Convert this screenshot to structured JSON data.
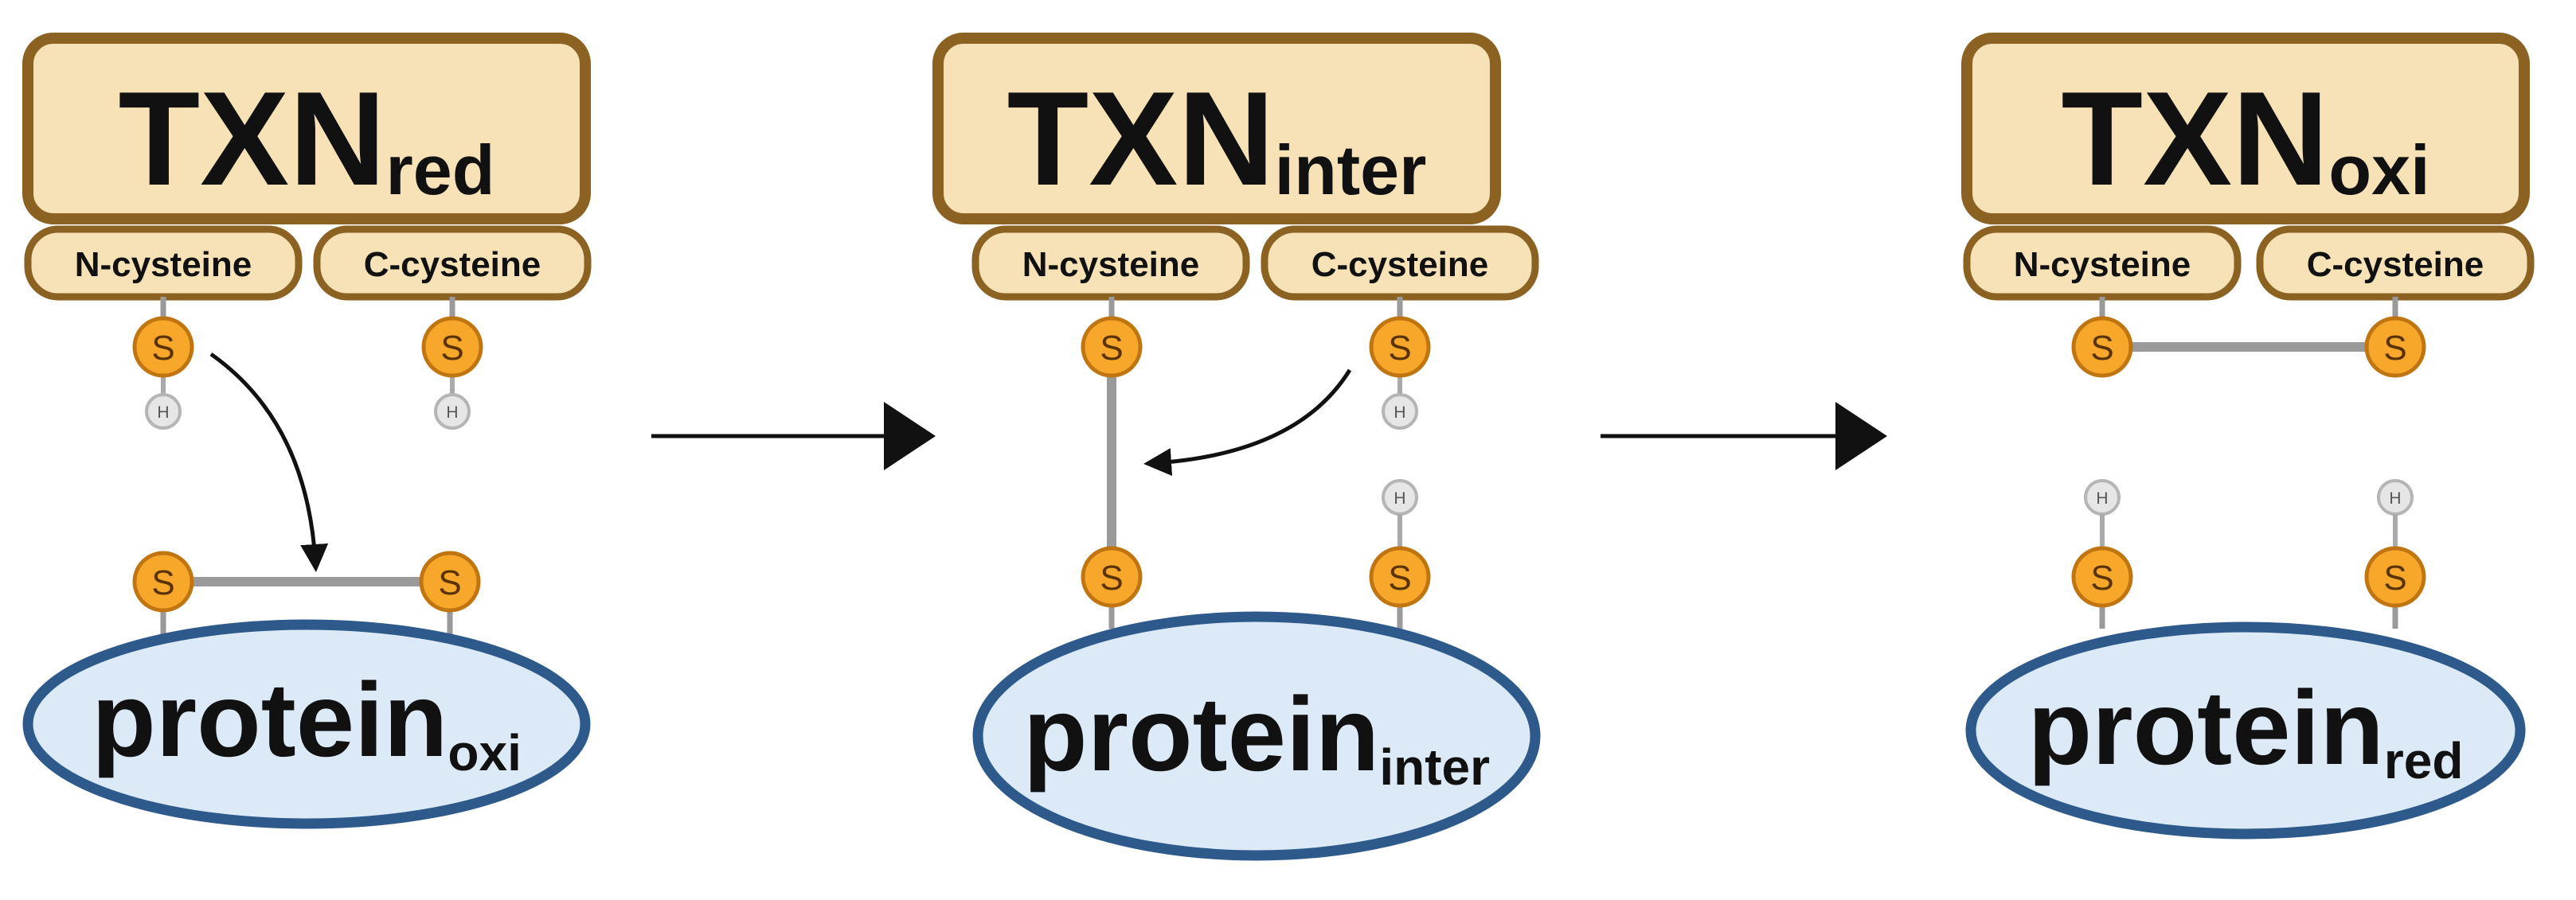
{
  "colors": {
    "box_fill": "#f6e2b6",
    "box_stroke": "#8c6223",
    "sulfur_fill": "#f7a72a",
    "sulfur_stroke": "#c07510",
    "hydrogen_fill": "#e6e6e6",
    "protein_fill": "#dceaf7",
    "protein_stroke": "#2d5a8a",
    "bond": "#9a9a9a",
    "arrow": "#111111"
  },
  "atoms": {
    "sulfur": "S",
    "hydrogen": "H"
  },
  "stages": [
    {
      "txn_main": "TXN",
      "txn_sub": "red",
      "n_cysteine": "N-cysteine",
      "c_cysteine": "C-cysteine",
      "protein_main": "protein",
      "protein_sub": "oxi"
    },
    {
      "txn_main": "TXN",
      "txn_sub": "inter",
      "n_cysteine": "N-cysteine",
      "c_cysteine": "C-cysteine",
      "protein_main": "protein",
      "protein_sub": "inter"
    },
    {
      "txn_main": "TXN",
      "txn_sub": "oxi",
      "n_cysteine": "N-cysteine",
      "c_cysteine": "C-cysteine",
      "protein_main": "protein",
      "protein_sub": "red"
    }
  ]
}
